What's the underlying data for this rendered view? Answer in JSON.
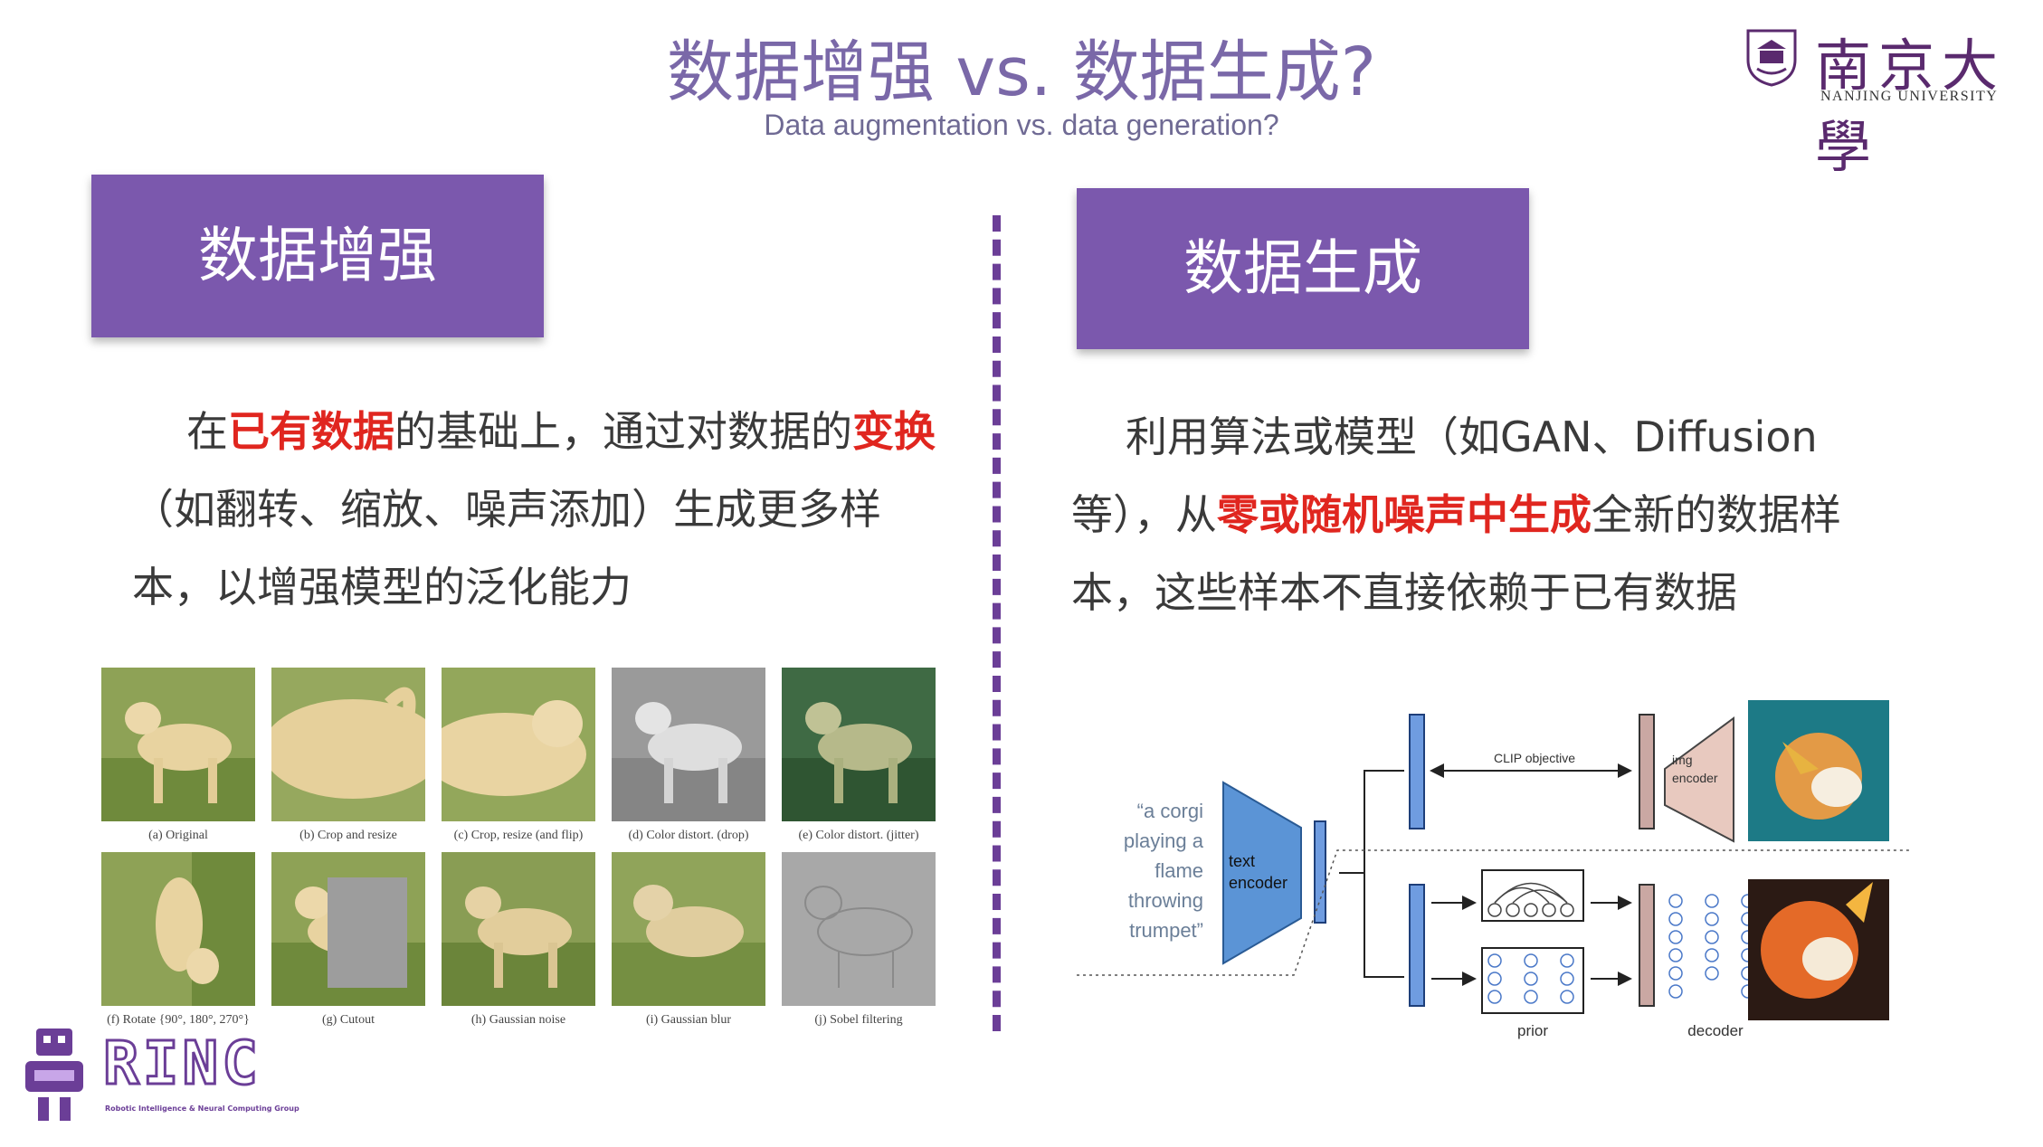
{
  "header": {
    "title": "数据增强 vs. 数据生成?",
    "subtitle": "Data augmentation vs. data generation?"
  },
  "logo": {
    "cn": "南京大學",
    "en": "NANJING UNIVERSITY"
  },
  "left": {
    "badge": "数据增强",
    "paragraph": {
      "p1": "在",
      "h1": "已有数据",
      "p2": "的基础上，通过对数据的",
      "h2": "变换",
      "p3": "（如翻转、缩放、噪声添加）生成更多样本，以增强模型的泛化能力"
    },
    "figure": {
      "captions": [
        "(a) Original",
        "(b) Crop and resize",
        "(c) Crop, resize (and flip)",
        "(d) Color distort. (drop)",
        "(e) Color distort. (jitter)",
        "(f) Rotate {90°, 180°, 270°}",
        "(g) Cutout",
        "(h) Gaussian noise",
        "(i) Gaussian blur",
        "(j) Sobel filtering"
      ]
    }
  },
  "right": {
    "badge": "数据生成",
    "paragraph": {
      "p1": "利用算法或模型（如GAN、Diffusion等），从",
      "h1": "零或随机噪声中生成",
      "p2": "全新的数据样本，这些样本不直接依赖于已有数据"
    },
    "diagram": {
      "caption_lines": [
        "“a corgi",
        "playing a",
        "flame",
        "throwing",
        "trumpet”"
      ],
      "text_encoder": [
        "text",
        "encoder"
      ],
      "img_encoder": [
        "img",
        "encoder"
      ],
      "clip_label": "CLIP objective",
      "prior_label": "prior",
      "decoder_label": "decoder"
    }
  },
  "rinc": {
    "name": "RINC",
    "tagline": "Robotic Intelligence & Neural Computing Group"
  },
  "colors": {
    "accent": "#7b58ad",
    "title": "#7a68a8",
    "highlight": "#e0261f",
    "divider": "#6b3e97"
  }
}
